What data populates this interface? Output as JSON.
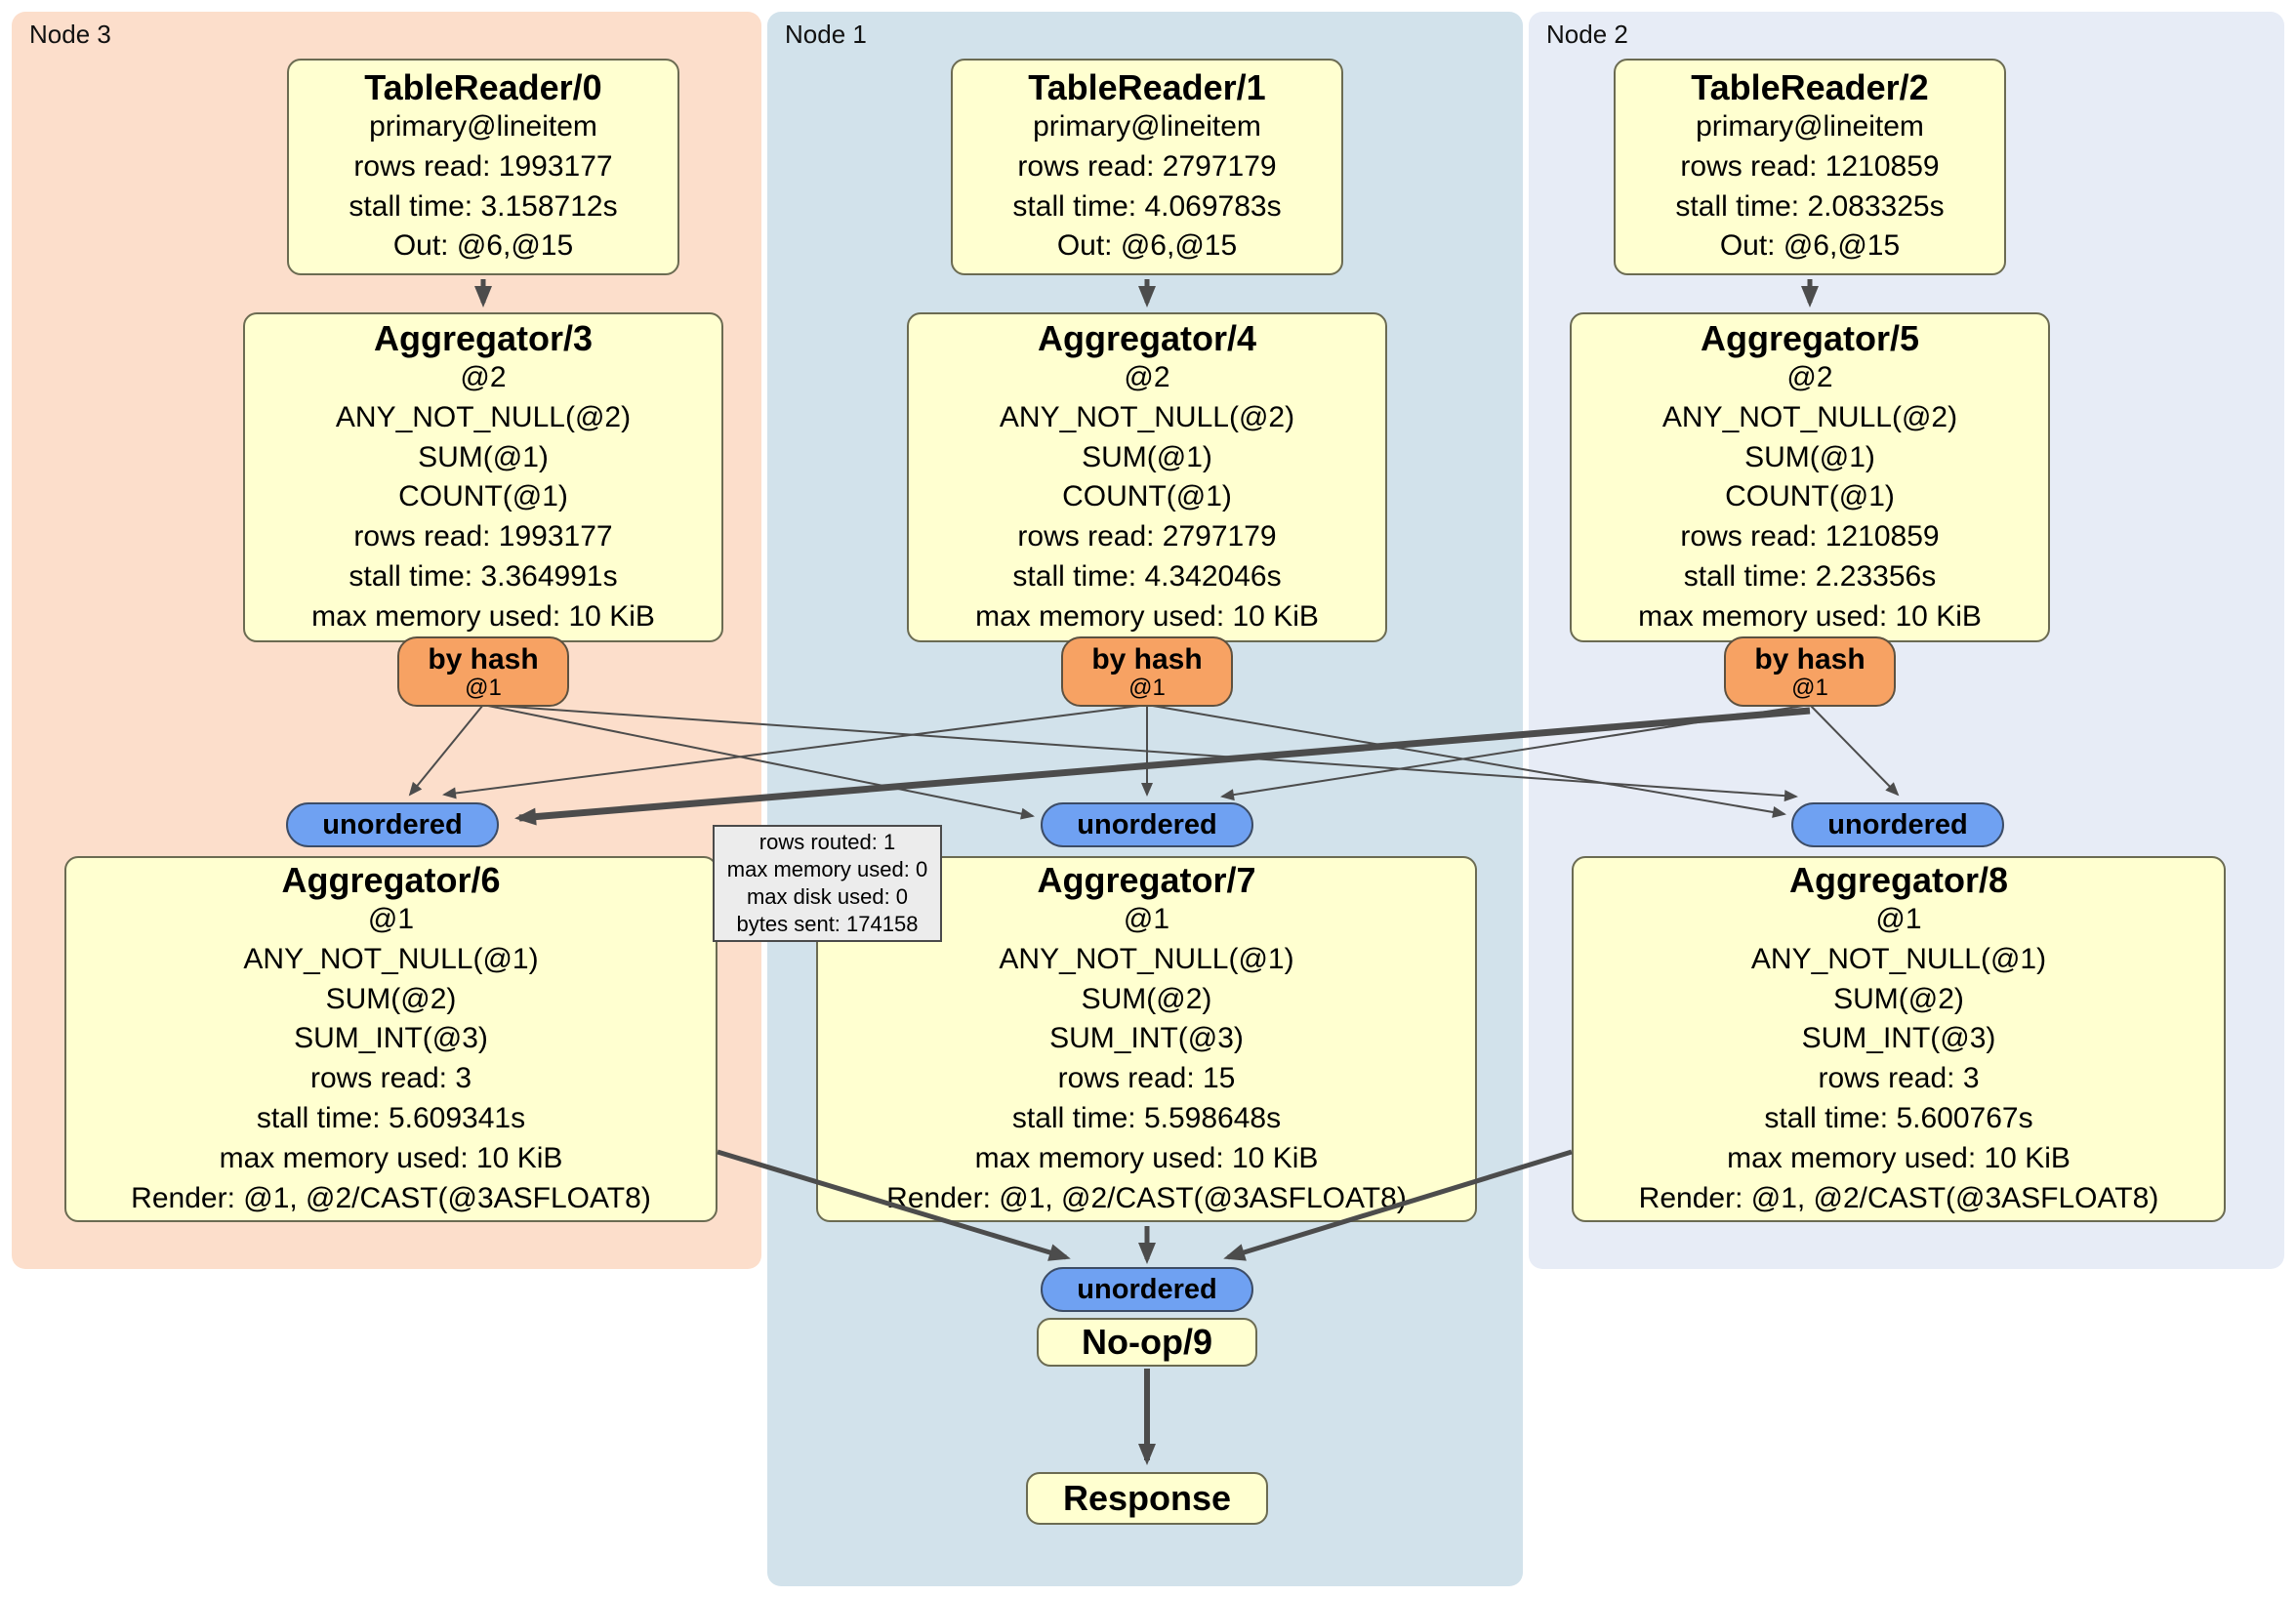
{
  "regions": {
    "node3": {
      "label": "Node 3"
    },
    "node1": {
      "label": "Node 1"
    },
    "node2": {
      "label": "Node 2"
    }
  },
  "boxes": {
    "tr0": {
      "title": "TableReader/0",
      "lines": [
        "primary@lineitem",
        "rows read: 1993177",
        "stall time: 3.158712s",
        "Out: @6,@15"
      ]
    },
    "tr1": {
      "title": "TableReader/1",
      "lines": [
        "primary@lineitem",
        "rows read: 2797179",
        "stall time: 4.069783s",
        "Out: @6,@15"
      ]
    },
    "tr2": {
      "title": "TableReader/2",
      "lines": [
        "primary@lineitem",
        "rows read: 1210859",
        "stall time: 2.083325s",
        "Out: @6,@15"
      ]
    },
    "agg3": {
      "title": "Aggregator/3",
      "lines": [
        "@2",
        "ANY_NOT_NULL(@2)",
        "SUM(@1)",
        "COUNT(@1)",
        "rows read: 1993177",
        "stall time: 3.364991s",
        "max memory used: 10 KiB"
      ]
    },
    "agg4": {
      "title": "Aggregator/4",
      "lines": [
        "@2",
        "ANY_NOT_NULL(@2)",
        "SUM(@1)",
        "COUNT(@1)",
        "rows read: 2797179",
        "stall time: 4.342046s",
        "max memory used: 10 KiB"
      ]
    },
    "agg5": {
      "title": "Aggregator/5",
      "lines": [
        "@2",
        "ANY_NOT_NULL(@2)",
        "SUM(@1)",
        "COUNT(@1)",
        "rows read: 1210859",
        "stall time: 2.23356s",
        "max memory used: 10 KiB"
      ]
    },
    "agg6": {
      "title": "Aggregator/6",
      "lines": [
        "@1",
        "ANY_NOT_NULL(@1)",
        "SUM(@2)",
        "SUM_INT(@3)",
        "rows read: 3",
        "stall time: 5.609341s",
        "max memory used: 10 KiB",
        "Render: @1, @2/CAST(@3ASFLOAT8)"
      ]
    },
    "agg7": {
      "title": "Aggregator/7",
      "lines": [
        "@1",
        "ANY_NOT_NULL(@1)",
        "SUM(@2)",
        "SUM_INT(@3)",
        "rows read: 15",
        "stall time: 5.598648s",
        "max memory used: 10 KiB",
        "Render: @1, @2/CAST(@3ASFLOAT8)"
      ]
    },
    "agg8": {
      "title": "Aggregator/8",
      "lines": [
        "@1",
        "ANY_NOT_NULL(@1)",
        "SUM(@2)",
        "SUM_INT(@3)",
        "rows read: 3",
        "stall time: 5.600767s",
        "max memory used: 10 KiB",
        "Render: @1, @2/CAST(@3ASFLOAT8)"
      ]
    },
    "noop": {
      "title": "No-op/9"
    },
    "response": {
      "title": "Response"
    }
  },
  "routers": {
    "byhash_label": "by hash",
    "byhash_sub": "@1",
    "unordered_label": "unordered"
  },
  "tooltip": {
    "lines": [
      "rows routed: 1",
      "max memory used: 0",
      "max disk used: 0",
      "bytes sent: 174158"
    ]
  },
  "colors": {
    "node3_bg": "#fcdecb",
    "node1_bg": "#d2e2eb",
    "node2_bg": "#e7ecf6",
    "box_bg": "#ffffd0",
    "byhash_bg": "#f7a263",
    "unordered_bg": "#6fa1f2",
    "edge": "#4c4c4c"
  }
}
